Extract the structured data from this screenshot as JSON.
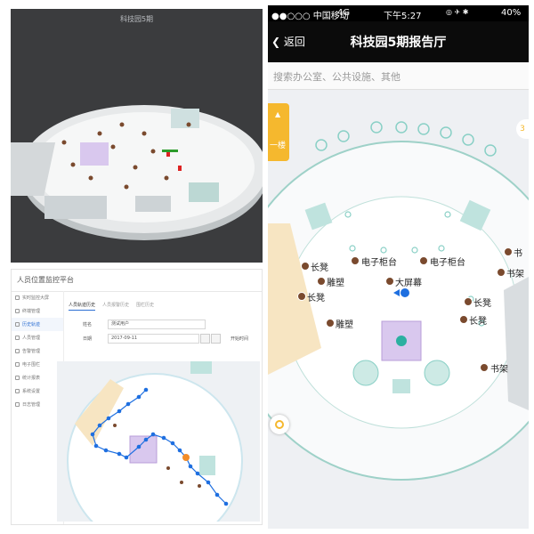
{
  "top_left": {
    "title": "科技园5期"
  },
  "web": {
    "app_title": "人员位置监控平台",
    "sidebar": [
      {
        "label": "实时监控大屏"
      },
      {
        "label": "终端管理"
      },
      {
        "label": "历史轨迹"
      },
      {
        "label": "人员管理"
      },
      {
        "label": "告警管理"
      },
      {
        "label": "电子围栏"
      },
      {
        "label": "统计报表"
      },
      {
        "label": "系统设置"
      },
      {
        "label": "日志管理"
      }
    ],
    "tabs": [
      {
        "label": "人员轨迹历史"
      },
      {
        "label": "人员报警历史"
      },
      {
        "label": "围栏历史"
      }
    ],
    "form": {
      "name_label": "姓名",
      "name_value": "测试用户",
      "date_label": "日期",
      "date_value": "2017-09-11",
      "time_label": "开始时间"
    }
  },
  "phone": {
    "status": {
      "carrier": "●●○○○ 中国移动",
      "network": "4G",
      "time": "下午5:27",
      "battery": "40%"
    },
    "nav": {
      "back": "返回",
      "title": "科技园5期报告厅"
    },
    "search_placeholder": "搜索办公室、公共设施、其他",
    "floor_label": "一楼",
    "compass": "3",
    "pois": [
      {
        "label": "长凳"
      },
      {
        "label": "电子柜台"
      },
      {
        "label": "电子柜台"
      },
      {
        "label": "书架"
      },
      {
        "label": "雕塑"
      },
      {
        "label": "大屏幕"
      },
      {
        "label": "长凳"
      },
      {
        "label": "长凳"
      },
      {
        "label": "长凳"
      },
      {
        "label": "雕塑"
      },
      {
        "label": "书架"
      },
      {
        "label": "书"
      }
    ]
  },
  "colors": {
    "accent": "#f5b82e",
    "route_blue": "#1e6fe0",
    "map_teal": "#8ad0c6",
    "room_purple": "#c9b3e0",
    "marker_brown": "#7a4a2e"
  }
}
